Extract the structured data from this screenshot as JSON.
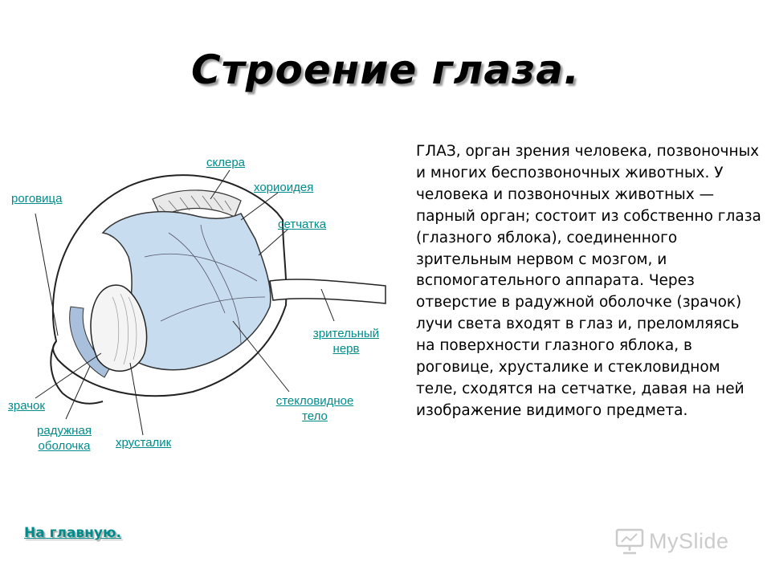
{
  "page": {
    "title": "Строение глаза.",
    "home_link": "На главную."
  },
  "diagram": {
    "labels": {
      "sclera": "склера",
      "choroid": "хориоидея",
      "cornea": "роговица",
      "retina": "сетчатка",
      "optic_nerve_1": "зрительный",
      "optic_nerve_2": "нерв",
      "pupil": "зрачок",
      "vitreous_1": "стекловидное",
      "vitreous_2": "тело",
      "iris_1": "радужная",
      "iris_2": "оболочка",
      "lens": "хрусталик"
    }
  },
  "description": "ГЛАЗ, орган зрения человека, позвоночных и многих беспозвоночных животных. У человека и позвоночных животных — парный орган; состоит из собственно глаза (глазного яблока), соединенного зрительным нервом с мозгом, и вспомогательного аппарата. Через отверстие в радужной оболочке (зрачок) лучи света входят в глаз и, преломляясь на поверхности глазного яблока, в роговице, хрусталике и стекловидном теле, сходятся на сетчатке, давая на ней изображение видимого предмета.",
  "watermark": {
    "text": "MySlide"
  },
  "colors": {
    "link": "#008b8b",
    "vitreous_fill": "#c8dcf0",
    "iris_fill": "#a8c0dc"
  }
}
